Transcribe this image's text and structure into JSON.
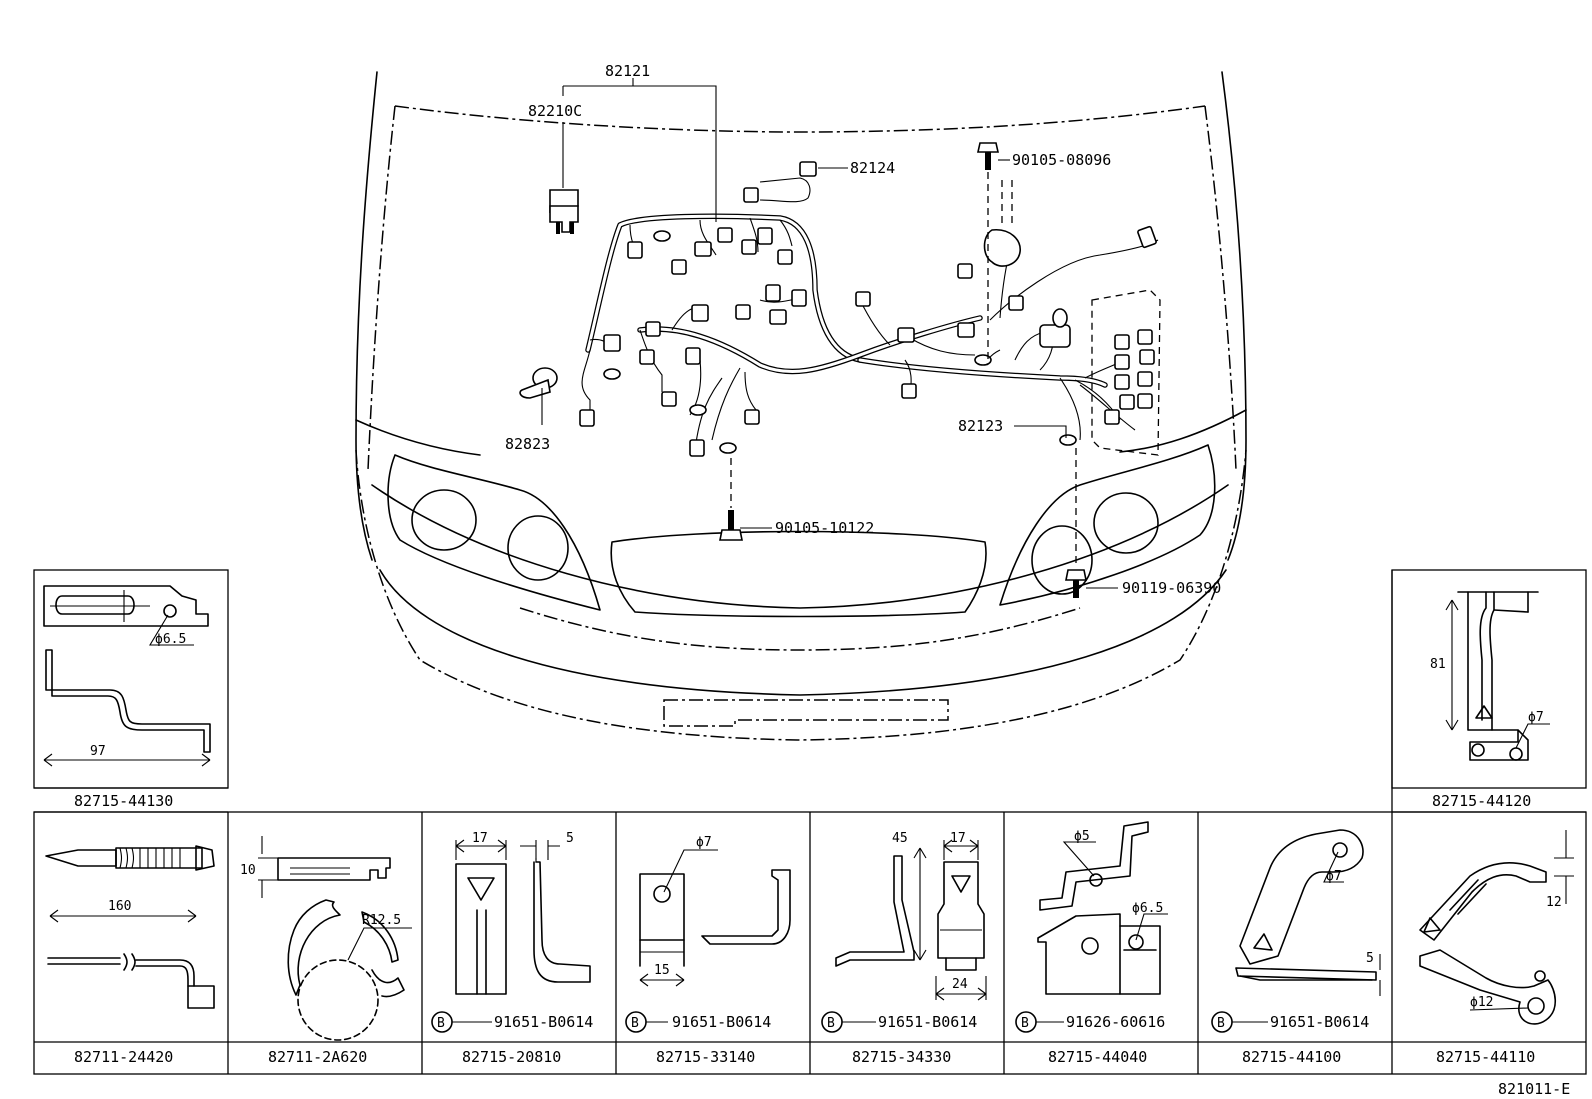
{
  "callouts": [
    {
      "id": "c82121",
      "text": "82121"
    },
    {
      "id": "c82210c",
      "text": "82210C"
    },
    {
      "id": "c82124",
      "text": "82124"
    },
    {
      "id": "c90105_08096",
      "text": "90105-08096"
    },
    {
      "id": "c82823",
      "text": "82823"
    },
    {
      "id": "c82123",
      "text": "82123"
    },
    {
      "id": "c90105_10122",
      "text": "90105-10122"
    },
    {
      "id": "c90119_06390",
      "text": "90119-06390"
    }
  ],
  "insets": [
    {
      "part": "82715-44130",
      "dims": [
        "ϕ6.5",
        "97"
      ]
    },
    {
      "part": "82715-44120",
      "dims": [
        "81",
        "ϕ7"
      ]
    },
    {
      "part": "82711-24420",
      "dims": [
        "160"
      ]
    },
    {
      "part": "82711-2A620",
      "dims": [
        "10",
        "R12.5"
      ]
    },
    {
      "part": "82715-20810",
      "dims": [
        "17",
        "5"
      ],
      "bolt": "91651-B0614"
    },
    {
      "part": "82715-33140",
      "dims": [
        "ϕ7",
        "15"
      ],
      "bolt": "91651-B0614"
    },
    {
      "part": "82715-34330",
      "dims": [
        "45",
        "17",
        "24"
      ],
      "bolt": "91651-B0614"
    },
    {
      "part": "82715-44040",
      "dims": [
        "ϕ5",
        "ϕ6.5"
      ],
      "bolt": "91626-60616"
    },
    {
      "part": "82715-44100",
      "dims": [
        "ϕ7",
        "5"
      ],
      "bolt": "91651-B0614"
    },
    {
      "part": "82715-44110",
      "dims": [
        "12",
        "ϕ12"
      ]
    }
  ],
  "bolt_marker": "B",
  "diagram_id": "821011-E"
}
